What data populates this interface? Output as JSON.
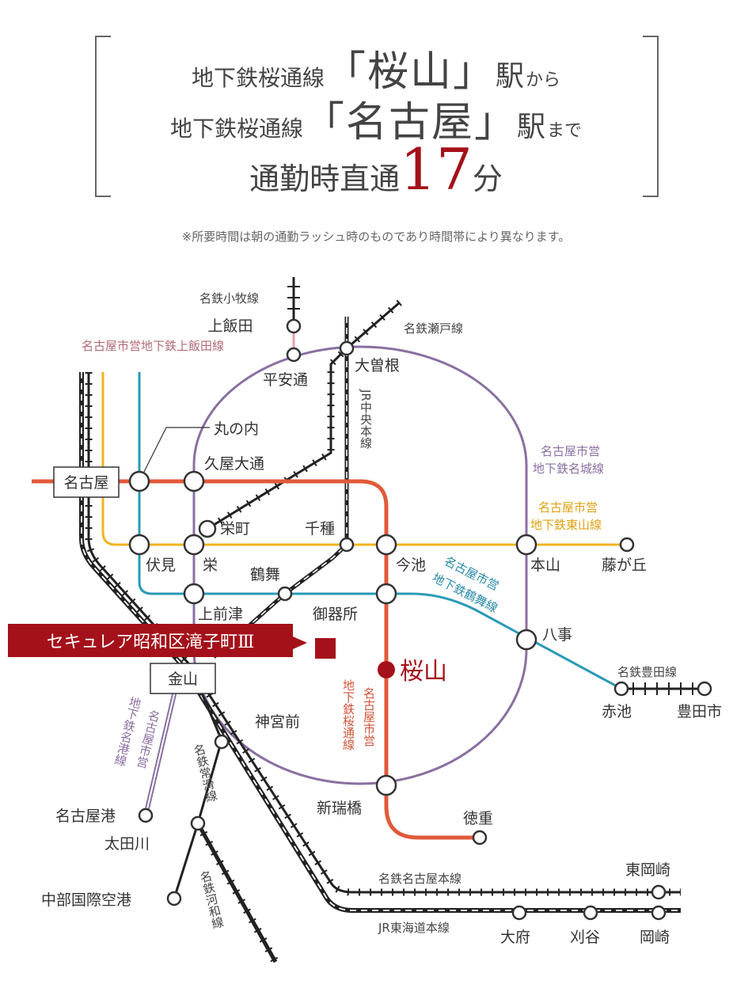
{
  "header": {
    "line1_pre": "地下鉄桜通線",
    "line1_station": "「桜山」",
    "line1_eki": "駅",
    "line1_post": "から",
    "line2_pre": "地下鉄桜通線",
    "line2_station": "「名古屋」",
    "line2_eki": "駅",
    "line2_post": "まで",
    "line3_pre": "通勤時直通",
    "minutes": "17",
    "line3_post": "分",
    "note": "※所要時間は朝の通勤ラッシュ時のものであり時間帯により異なります。"
  },
  "colors": {
    "sakura_dori": "#e05a3a",
    "meijo": "#8a6fa0",
    "higashiyama": "#f0b323",
    "tsurumai": "#2a9ab8",
    "kamiiida": "#e8a0a8",
    "accent_red": "#a4111a"
  },
  "property": {
    "label": "セキュレア昭和区滝子町Ⅲ"
  },
  "stations": {
    "nagoya": "名古屋",
    "kanayama": "金山",
    "sakurayama": "桜山",
    "kamiiida": "上飯田",
    "heian_dori": "平安通",
    "ozone": "大曽根",
    "marunouchi": "丸の内",
    "hisaya_odori": "久屋大通",
    "sakae_machi": "栄町",
    "chikusa": "千種",
    "fushimi": "伏見",
    "sakae": "栄",
    "imaike": "今池",
    "motoyama": "本山",
    "fujigaoka": "藤が丘",
    "tsurumai": "鶴舞",
    "kamimaezu": "上前津",
    "gokiso": "御器所",
    "yagoto": "八事",
    "akaike": "赤池",
    "toyotashi": "豊田市",
    "jingu_mae": "神宮前",
    "shinmizuho": "新瑞橋",
    "tokushige": "徳重",
    "nagoyako": "名古屋港",
    "otagawa": "太田川",
    "centrair": "中部国際空港",
    "higashi_okazaki": "東岡崎",
    "obu": "大府",
    "kariya": "刈谷",
    "okazaki": "岡崎"
  },
  "lines": {
    "meitetsu_komaki": "名鉄小牧線",
    "kamiiida_line": "名古屋市営地下鉄上飯田線",
    "meitetsu_seto": "名鉄瀬戸線",
    "jr_chuo": "JR中央本線",
    "meijo_1": "名古屋市営",
    "meijo_2": "地下鉄名城線",
    "higashiyama_1": "名古屋市営",
    "higashiyama_2": "地下鉄東山線",
    "tsurumai_1": "名古屋市営",
    "tsurumai_2": "地下鉄鶴舞線",
    "toyota_line": "名鉄豊田線",
    "sakura_dori_1": "名古屋市営",
    "sakura_dori_2": "地下鉄桜通線",
    "meiko_1": "名古屋市営",
    "meiko_2": "地下鉄名港線",
    "tokoname": "名鉄常滑線",
    "kowa": "名鉄河和線",
    "meitetsu_nagoya_honsen": "名鉄名古屋本線",
    "jr_tokaido": "JR東海道本線"
  }
}
